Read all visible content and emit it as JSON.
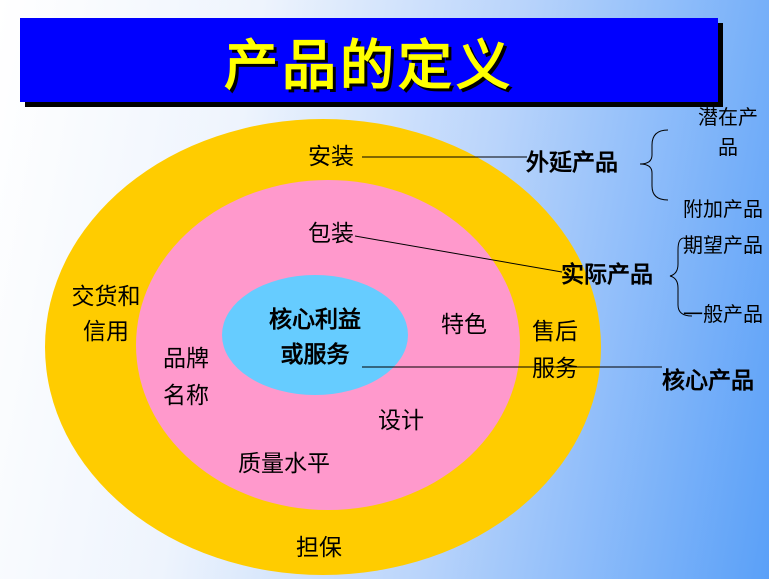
{
  "title": "产品的定义",
  "colors": {
    "outer": "#ffcc00",
    "middle": "#ff99cc",
    "inner": "#66ccff",
    "title_bg": "#0000ff",
    "title_text": "#ffff00"
  },
  "outer_ring": {
    "install": "安装",
    "delivery_line1": "交货和",
    "delivery_line2": "信用",
    "after_sales_line1": "售后",
    "after_sales_line2": "服务",
    "guarantee": "担保"
  },
  "middle_ring": {
    "packaging": "包装",
    "features": "特色",
    "brand_line1": "品牌",
    "brand_line2": "名称",
    "design": "设计",
    "quality": "质量水平"
  },
  "core": {
    "line1": "核心利益",
    "line2": "或服务"
  },
  "levels": {
    "extended": "外延产品",
    "actual": "实际产品",
    "core": "核心产品"
  },
  "sub_levels": {
    "potential_line1": "潜在产",
    "potential_line2": "品",
    "augmented": "附加产品",
    "expected": "期望产品",
    "generic": "一般产品"
  }
}
